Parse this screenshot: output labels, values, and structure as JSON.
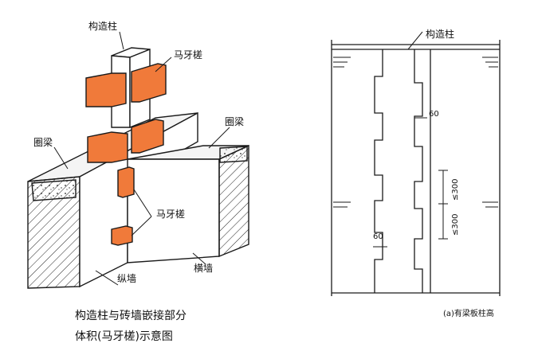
{
  "left": {
    "label_top_column": "构造柱",
    "label_toothing_top": "马牙槎",
    "label_ring_beam_left": "圈梁",
    "label_ring_beam_right": "圈梁",
    "label_toothing_mid": "马牙槎",
    "label_long_wall": "纵墙",
    "label_cross_wall": "横墙",
    "caption_line1": "构造柱与砖墙嵌接部分",
    "caption_line2": "体积(马牙槎)示意图"
  },
  "right": {
    "label_column": "构造柱",
    "dim_60_top": "60",
    "dim_300_a": "≤300",
    "dim_300_b": "≤300",
    "dim_60_bottom": "60",
    "caption": "(a)有梁板柱高"
  },
  "colors": {
    "toothing": "#f07a3a",
    "line": "#1a1a1a"
  }
}
